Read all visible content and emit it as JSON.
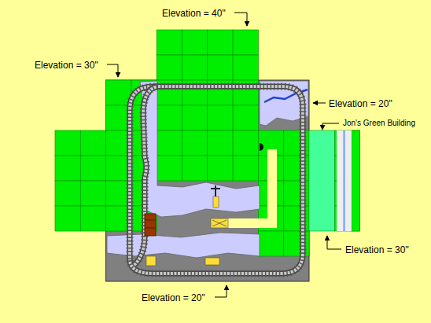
{
  "diagram": {
    "labels": [
      "Elevation = 40\"",
      "Elevation = 30\"",
      "Elevation = 20\"",
      "Jon's Green Building",
      "Elevation = 30\"",
      "Elevation = 20\""
    ]
  }
}
